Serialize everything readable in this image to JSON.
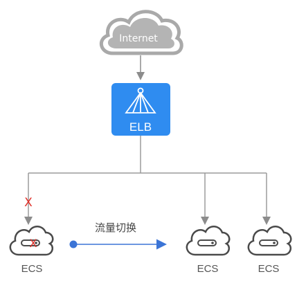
{
  "internet": {
    "label": "Internet"
  },
  "elb": {
    "label": "ELB"
  },
  "switch": {
    "label": "流量切换"
  },
  "ecs_nodes": [
    {
      "label": "ECS",
      "status": "failed"
    },
    {
      "label": "ECS",
      "status": "active"
    },
    {
      "label": "ECS",
      "status": "active"
    }
  ],
  "failure_mark": "X",
  "colors": {
    "cloud_gray": "#a9a9a9",
    "elb_blue": "#2f8cf0",
    "arrow_blue": "#3b74d6",
    "line_gray": "#9a9a9a",
    "fail_red": "#e0312a"
  }
}
